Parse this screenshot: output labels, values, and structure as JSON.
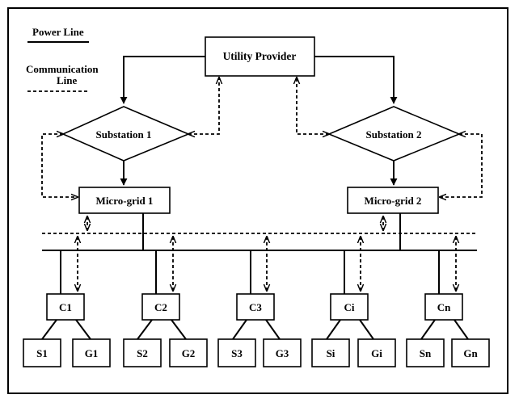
{
  "legend": {
    "power_line": "Power Line",
    "communication_line_1": "Communication",
    "communication_line_2": "Line"
  },
  "nodes": {
    "utility_provider": "Utility Provider",
    "substation_1": "Substation 1",
    "substation_2": "Substation 2",
    "microgrid_1": "Micro-grid 1",
    "microgrid_2": "Micro-grid 2"
  },
  "clusters": [
    {
      "controller": "C1",
      "left": "S1",
      "right": "G1"
    },
    {
      "controller": "C2",
      "left": "S2",
      "right": "G2"
    },
    {
      "controller": "C3",
      "left": "S3",
      "right": "G3"
    },
    {
      "controller": "Ci",
      "left": "Si",
      "right": "Gi"
    },
    {
      "controller": "Cn",
      "left": "Sn",
      "right": "Gn"
    }
  ]
}
